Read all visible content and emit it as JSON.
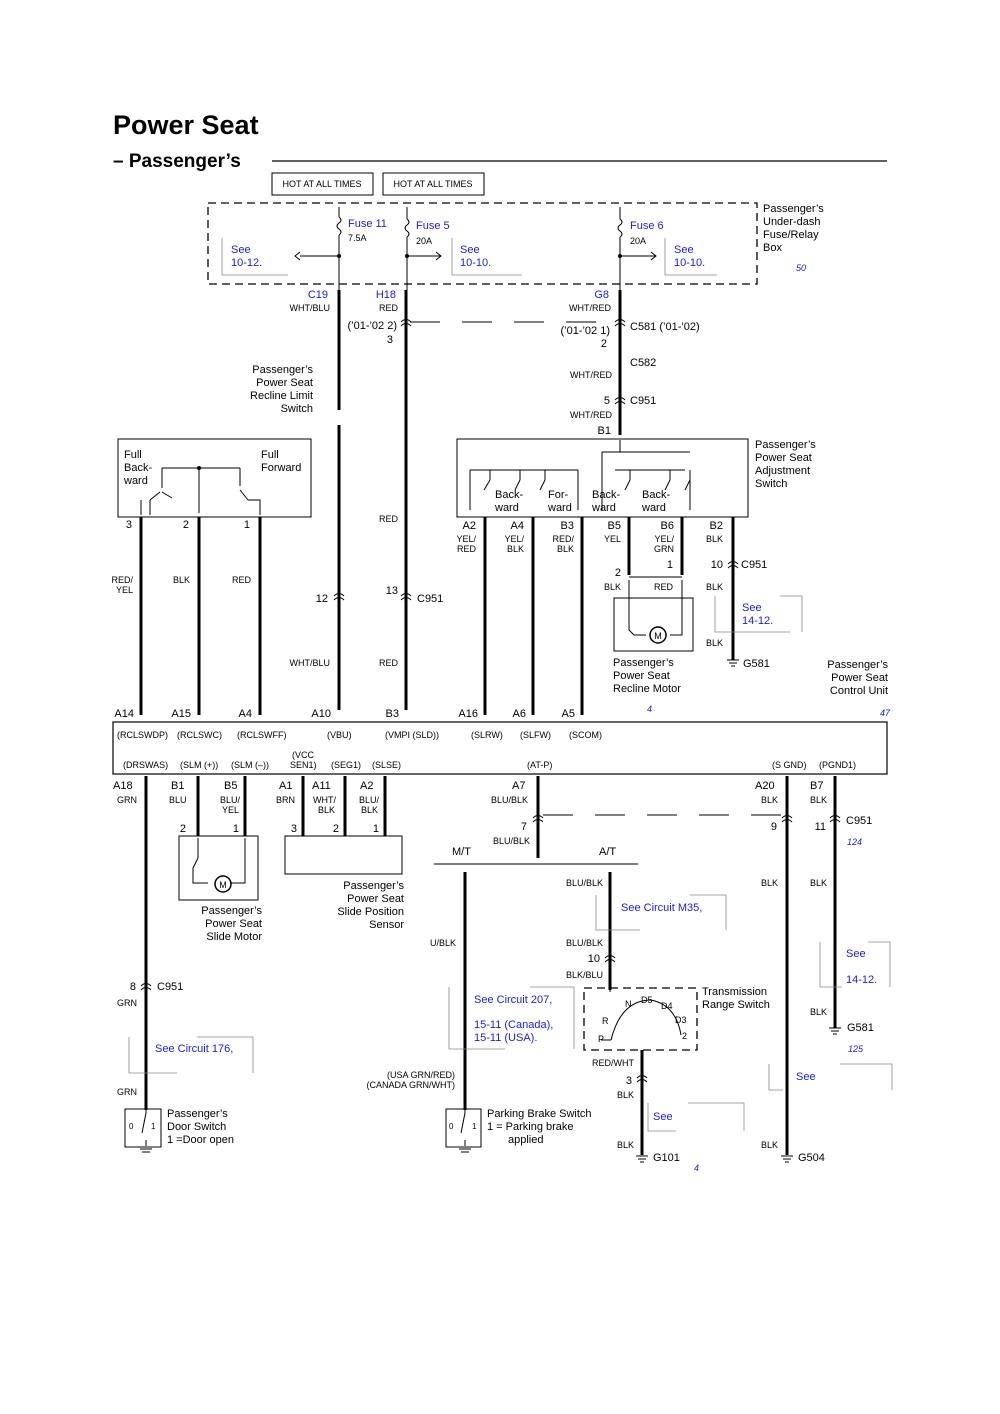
{
  "title": "Power Seat",
  "subtitle": "– Passenger’s",
  "hot": [
    "HOT AT ALL TIMES",
    "HOT AT ALL TIMES"
  ],
  "fusebox": {
    "label": [
      "Passenger’s",
      "Under-dash",
      "Fuse/Relay",
      "Box"
    ],
    "page": "50"
  },
  "fuses": [
    {
      "name": "Fuse 11",
      "rating": "7.5A",
      "see": [
        "See",
        "10-12."
      ],
      "conn": "C19",
      "wire": "WHT/BLU"
    },
    {
      "name": "Fuse 5",
      "rating": "20A",
      "see": [
        "See",
        "10-10."
      ],
      "conn": "H18",
      "wire": "RED"
    },
    {
      "name": "Fuse 6",
      "rating": "20A",
      "see": [
        "See",
        "10-10."
      ],
      "conn": "G8",
      "wire": "WHT/RED"
    }
  ],
  "top": {
    "y0102a": "(’01-’02 2)",
    "pin3": "3",
    "y0102b": "(’01-’02 1)",
    "pin2": "2",
    "c581": "C581 (’01-’02)",
    "c582": "C582",
    "wr1": "WHT/RED",
    "pin5": "5",
    "c951": "C951",
    "wr2": "WHT/RED",
    "b1": "B1"
  },
  "recline_limit": {
    "label": [
      "Passenger’s",
      "Power Seat",
      "Recline Limit",
      "Switch"
    ],
    "full_back": [
      "Full",
      "Back-",
      "ward"
    ],
    "full_fwd": [
      "Full",
      "Forward"
    ],
    "pins": [
      "3",
      "2",
      "1"
    ]
  },
  "adjust": {
    "label": [
      "Passenger’s",
      "Power Seat",
      "Adjustment",
      "Switch"
    ],
    "sw": [
      [
        "Back-",
        "ward"
      ],
      [
        "For-",
        "ward"
      ],
      [
        "Back-",
        "ward"
      ],
      [
        "Back-",
        "ward"
      ]
    ],
    "pins": [
      "A2",
      "A4",
      "B3",
      "B5",
      "B6",
      "B2"
    ],
    "colors": [
      [
        "YEL/",
        "RED"
      ],
      [
        "YEL/",
        "BLK"
      ],
      [
        "RED/",
        "BLK"
      ],
      [
        "YEL"
      ],
      [
        "YEL/",
        "GRN"
      ],
      [
        "BLK"
      ]
    ]
  },
  "recline_motor": {
    "label": [
      "Passenger’s",
      "Power Seat",
      "Recline Motor"
    ],
    "p2": "2",
    "p1": "1",
    "blk": "BLK",
    "red": "RED",
    "m": "M"
  },
  "g581top": {
    "pin": "10",
    "conn": "C951",
    "blk1": "BLK",
    "see": [
      "See",
      "14-12."
    ],
    "blk2": "BLK",
    "g": "G581"
  },
  "mid": {
    "red": "RED",
    "p12": "12",
    "p13": "13",
    "c951": "C951",
    "rdyel": [
      "RED/",
      "YEL"
    ],
    "blk": "BLK",
    "red2": "RED",
    "whtblu": "WHT/BLU",
    "red3": "RED",
    "ref4": "4",
    "ref47": "47"
  },
  "ecu": {
    "label": [
      "Passenger’s",
      "Power Seat",
      "Control Unit"
    ],
    "top_pins": [
      "A14",
      "A15",
      "A4",
      "A10",
      "B3",
      "A16",
      "A6",
      "A5"
    ],
    "top_sigs": [
      "(RCLSWDP)",
      "(RCLSWC)",
      "(RCLSWFF)",
      "(VBU)",
      "(VMPI (SLD))",
      "(SLRW)",
      "(SLFW)",
      "(SCOM)"
    ],
    "bot_sigs": [
      "(DRSWAS)",
      "(SLM (+))",
      "(SLM (–))",
      "(VCC",
      "SEN1)",
      "(SEG1)",
      "(SLSE)",
      "(AT-P)",
      "(S GND)",
      "(PGND1)"
    ],
    "bot_pins": [
      "A18",
      "B1",
      "B5",
      "A1",
      "A11",
      "A2",
      "A7",
      "A20",
      "B7"
    ],
    "bot_colors": [
      "GRN",
      "BLU",
      "BLU/",
      "YEL",
      "BRN",
      "WHT/",
      "BLK",
      "BLU/",
      "BLK",
      "BLU/BLK",
      "BLK",
      "BLK"
    ]
  },
  "slide": {
    "motor": [
      "Passenger’s",
      "Power Seat",
      "Slide Motor"
    ],
    "sensor": [
      "Passenger’s",
      "Power Seat",
      "Slide Position",
      "Sensor"
    ],
    "pins": [
      "2",
      "1",
      "3",
      "2",
      "1"
    ]
  },
  "lower": {
    "p7": "7",
    "bb": "BLU/BLK",
    "mt": "M/T",
    "at": "A/T",
    "bb2": "BLU/BLK",
    "seeM35": "See Circuit M35,",
    "ubk": "U/BLK",
    "bb3": "BLU/BLK",
    "p10": "10",
    "bkblu": "BLK/BLU",
    "trs": [
      "Transmission",
      "Range Switch"
    ],
    "gears": [
      "N",
      "D5",
      "D4",
      "R",
      "D3",
      "P",
      "2"
    ],
    "redwht": "RED/WHT",
    "p3": "3",
    "blk": "BLK",
    "see": "See",
    "blk2": "BLK",
    "g101": "G101",
    "ref4": "4",
    "see207": [
      "See Circuit 207,",
      "15-11 (Canada),",
      "15-11 (USA)."
    ],
    "usa": [
      "(USA GRN/RED)",
      "(CANADA GRN/WHT)"
    ],
    "pb": [
      "Parking Brake Switch",
      "1 = Parking brake",
      "applied"
    ],
    "p8": "8",
    "c951": "C951",
    "grn": "GRN",
    "see176": "See Circuit 176,",
    "grn2": "GRN",
    "door": [
      "Passenger’s",
      "Door Switch",
      "1 =Door open"
    ],
    "p9": "9",
    "p11": "11",
    "c951b": "C951",
    "ref124": "124",
    "blk3": "BLK",
    "blk4": "BLK",
    "see1412": [
      "See",
      "14-12."
    ],
    "blk5": "BLK",
    "g581": "G581",
    "ref125": "125",
    "see2": "See",
    "blk6": "BLK",
    "g504": "G504"
  }
}
